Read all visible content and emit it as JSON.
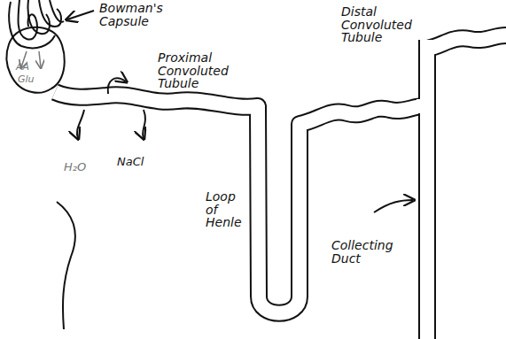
{
  "diagram": {
    "labels": [
      "Bowman's Capsule",
      "AA",
      "Glu",
      "Proximal Convoluted Tubule",
      "Distal Convoluted Tubule",
      "H₂O",
      "NaCl",
      "Loop of Henle",
      "Collecting Duct"
    ]
  }
}
